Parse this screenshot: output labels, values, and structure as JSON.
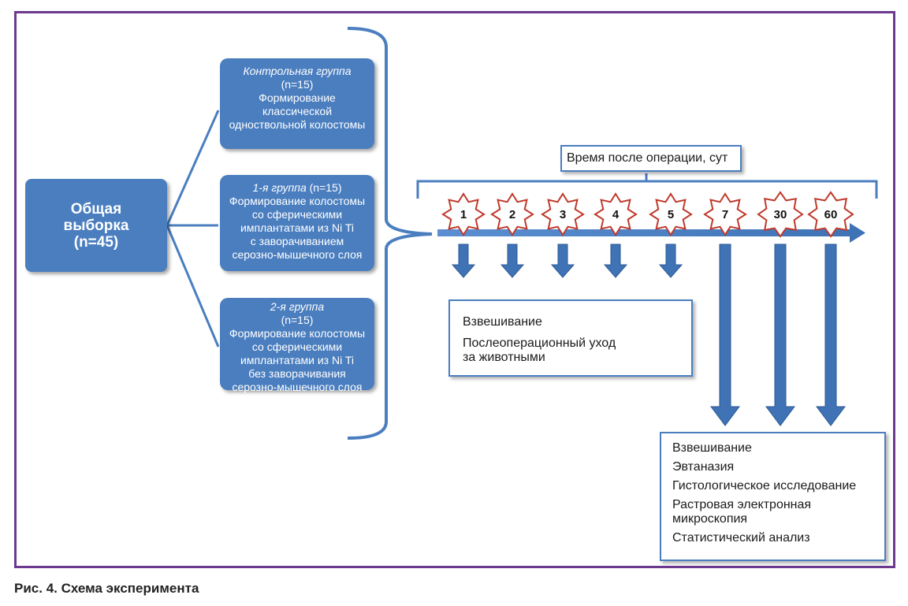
{
  "diagram": {
    "total_sample": {
      "line1": "Общая",
      "line2": "выборка",
      "line3": "(n=45)"
    },
    "groups": [
      {
        "name": "Контрольная группа",
        "n": "(n=15)",
        "desc": [
          "Формирование",
          "классической",
          "одноствольной колостомы"
        ]
      },
      {
        "name": "1-я группа",
        "n": " (n=15)",
        "desc": [
          "Формирование колостомы",
          "со сферическими",
          "имплантатами из Ni Ti",
          "с заворачиванием",
          "серозно-мышечного слоя"
        ]
      },
      {
        "name": "2-я группа",
        "n": "(n=15)",
        "desc": [
          "Формирование колостомы",
          "со сферическими",
          "имплантатами из Ni Ti",
          "без заворачивания",
          "серозно-мышечного слоя"
        ]
      }
    ],
    "timeline_title": "Время после операции, сут",
    "days": [
      "1",
      "2",
      "3",
      "4",
      "5",
      "7",
      "30",
      "60"
    ],
    "early_actions": [
      "Взвешивание",
      "Послеоперационный уход",
      "за животными"
    ],
    "late_actions": [
      "Взвешивание",
      "Эвтаназия",
      "Гистологическое исследование",
      "Растровая электронная",
      "микроскопия",
      "Статистический анализ"
    ],
    "colors": {
      "box_blue": "#4a7ebf",
      "arrow_blue": "#3f73b5",
      "star_red": "#c0392b",
      "frame_purple": "#6b3a8e"
    }
  },
  "caption": "Рис. 4. Схема эксперимента"
}
